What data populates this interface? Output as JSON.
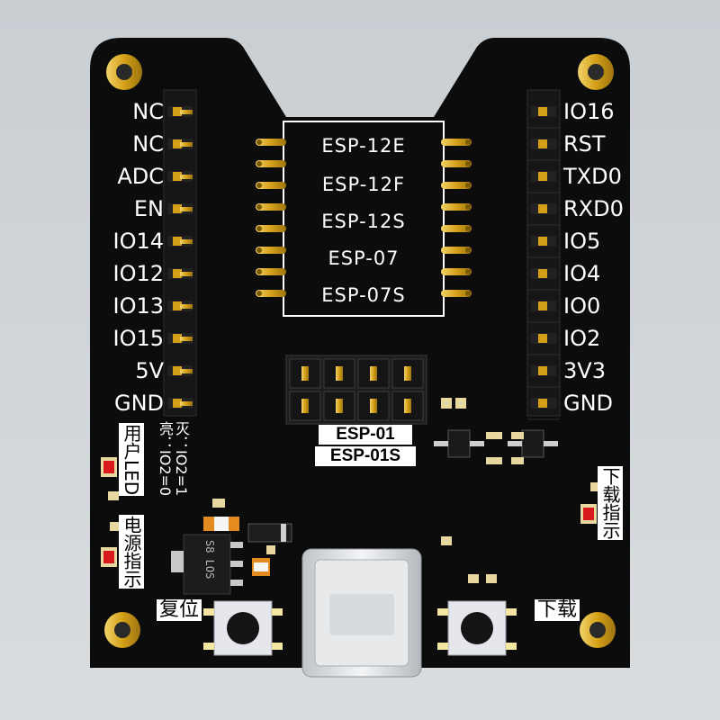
{
  "module_labels": [
    "ESP-12E",
    "ESP-12F",
    "ESP-12S",
    "ESP-07",
    "ESP-07S"
  ],
  "left_pins": [
    "NC",
    "NC",
    "ADC",
    "EN",
    "IO14",
    "IO12",
    "IO13",
    "IO15",
    "5V",
    "GND"
  ],
  "right_pins": [
    "IO16",
    "RST",
    "TXD0",
    "RXD0",
    "IO5",
    "IO4",
    "IO0",
    "IO2",
    "3V3",
    "GND"
  ],
  "esp01_labels": [
    "ESP-01",
    "ESP-01S"
  ],
  "user_led_label": "用户LED",
  "led_on_note": "亮：IO2=0",
  "led_off_note": "灭：IO2=1",
  "power_indicator_label": "电源指示",
  "download_indicator_label": "下载指示",
  "reset_button_label": "复位",
  "download_button_label": "下载",
  "regulator_marking": "S8 LOS",
  "colors": {
    "pcb": "#0c0c0c",
    "gold": "#d4a017",
    "background": "#cfd3d7",
    "silkscreen": "#ffffff"
  }
}
